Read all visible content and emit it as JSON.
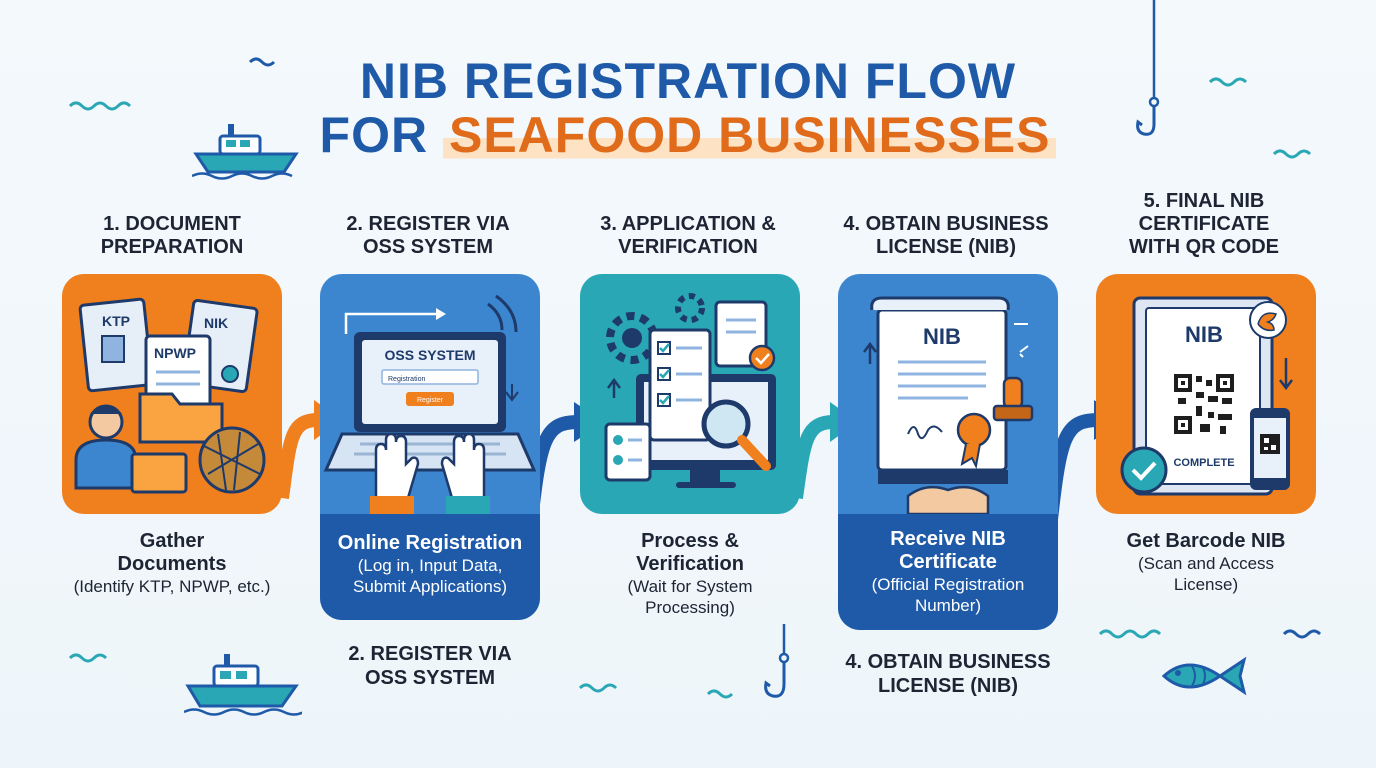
{
  "title": {
    "line1": "NIB REGISTRATION FLOW",
    "line2_prefix": "FOR ",
    "line2_highlight": "SEAFOOD BUSINESSES"
  },
  "steps": [
    {
      "title_line1": "1. DOCUMENT",
      "title_line2": "PREPARATION",
      "card_labels": {
        "ktp": "KTP",
        "nik": "NIK",
        "npwp": "NPWP"
      },
      "desc_line1": "Gather",
      "desc_line2": "Documents",
      "desc_sub": "(Identify KTP, NPWP, etc.)"
    },
    {
      "title_line1": "2. REGISTER VIA",
      "title_line2": "OSS SYSTEM",
      "card_labels": {
        "screen_title": "OSS SYSTEM",
        "field": "Registration",
        "button": "Register"
      },
      "caption_main": "Online Registration",
      "caption_sub1": "(Log in, Input Data,",
      "caption_sub2": "Submit Applications)",
      "bottom_line1": "2. REGISTER VIA",
      "bottom_line2": "OSS SYSTEM"
    },
    {
      "title_line1": "3. APPLICATION &",
      "title_line2": "VERIFICATION",
      "desc_line1": "Process &",
      "desc_line2": "Verification",
      "desc_sub1": "(Wait for System",
      "desc_sub2": "Processing)"
    },
    {
      "title_line1": "4. OBTAIN BUSINESS",
      "title_line2": "LICENSE (NIB)",
      "card_labels": {
        "doc": "NIB"
      },
      "caption_main1": "Receive NIB",
      "caption_main2": "Certificate",
      "caption_sub1": "(Official Registration",
      "caption_sub2": "Number)",
      "bottom_line1": "4. OBTAIN BUSINESS",
      "bottom_line2": "LICENSE (NIB)"
    },
    {
      "title_line1": "5. FINAL NIB",
      "title_line2": "CERTIFICATE",
      "title_line3": "WITH QR CODE",
      "card_labels": {
        "doc": "NIB",
        "status": "COMPLETE"
      },
      "desc_line1": "Get Barcode NIB",
      "desc_sub1": "(Scan and Access",
      "desc_sub2": "License)"
    }
  ],
  "colors": {
    "orange": "#f07f1e",
    "blue": "#3b86cf",
    "teal": "#2aa7b5",
    "navy": "#1e5aa8",
    "accent": "#e06b1a"
  },
  "icons": [
    "boat-icon",
    "fish-hook-icon",
    "fish-icon",
    "wave-icon",
    "arrow-icon",
    "qr-code-icon",
    "check-icon",
    "magnifier-icon",
    "gear-icon",
    "laptop-icon",
    "handshake-icon",
    "stamp-icon"
  ]
}
